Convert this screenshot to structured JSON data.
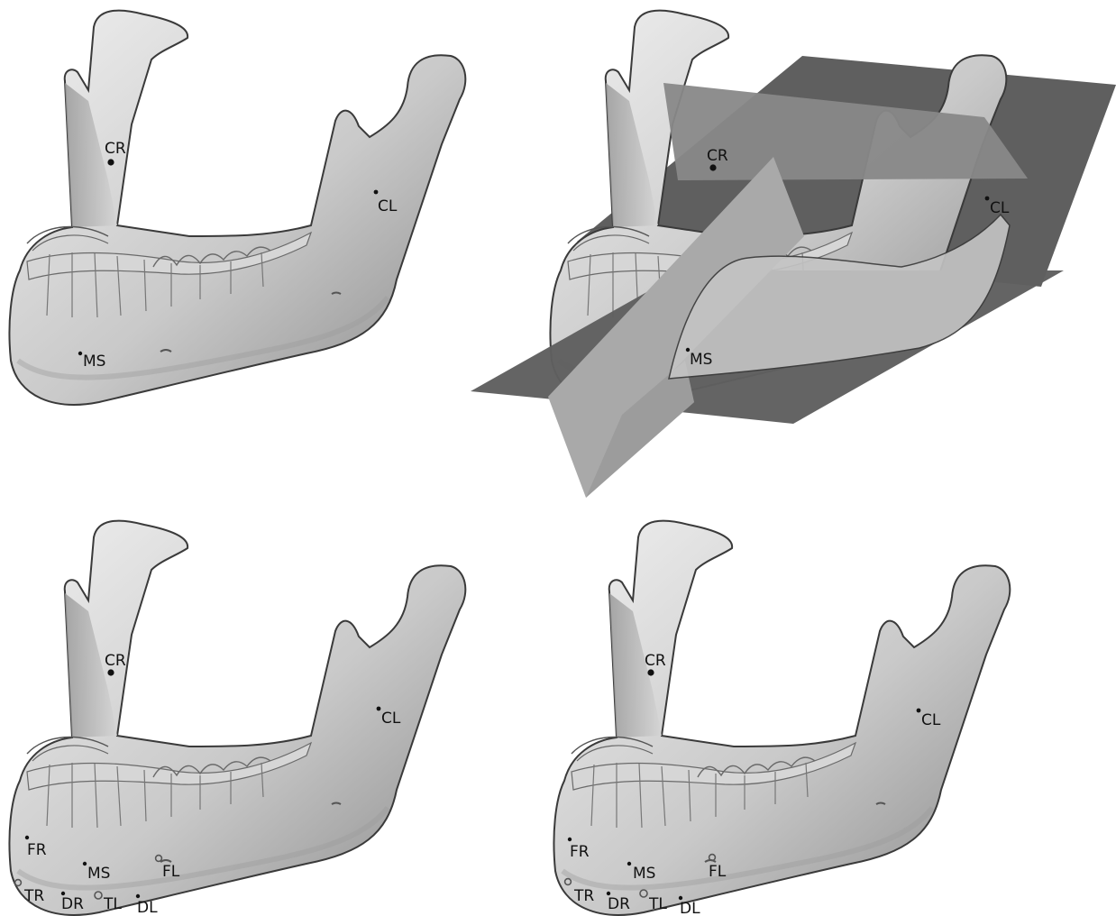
{
  "panels": [
    {
      "id": "top-left",
      "landmarks": [
        {
          "label": "CR",
          "style": "dot"
        },
        {
          "label": "CL",
          "style": "dot"
        },
        {
          "label": "MS",
          "style": "dot"
        }
      ]
    },
    {
      "id": "top-right",
      "planes": [
        "plane-horizontal",
        "plane-sagittal-upper",
        "plane-frontal"
      ],
      "landmarks": [
        {
          "label": "CR",
          "style": "dot"
        },
        {
          "label": "CL",
          "style": "dot"
        },
        {
          "label": "MS",
          "style": "dot"
        }
      ]
    },
    {
      "id": "bottom-left",
      "landmarks": [
        {
          "label": "CR",
          "style": "dot"
        },
        {
          "label": "CL",
          "style": "dot"
        },
        {
          "label": "FR",
          "style": "dot"
        },
        {
          "label": "MS",
          "style": "dot"
        },
        {
          "label": "FL",
          "style": "ring"
        },
        {
          "label": "TR",
          "style": "ring"
        },
        {
          "label": "DR",
          "style": "dot"
        },
        {
          "label": "TL",
          "style": "ring"
        },
        {
          "label": "DL",
          "style": "dot"
        }
      ]
    },
    {
      "id": "bottom-right",
      "landmarks": [
        {
          "label": "CR",
          "style": "dot"
        },
        {
          "label": "CL",
          "style": "dot"
        },
        {
          "label": "FR",
          "style": "dot"
        },
        {
          "label": "MS",
          "style": "dot"
        },
        {
          "label": "FL",
          "style": "ring"
        },
        {
          "label": "TR",
          "style": "ring"
        },
        {
          "label": "DR",
          "style": "dot"
        },
        {
          "label": "TL",
          "style": "ring"
        },
        {
          "label": "DL",
          "style": "dot"
        }
      ]
    }
  ],
  "colors": {
    "bone_light": "#e6e6e6",
    "bone_mid": "#b9b9b9",
    "bone_dark": "#7d7d7d",
    "outline": "#3a3a3a",
    "plane_dark": "#5f5f5f",
    "plane_mid": "#888888",
    "plane_light": "#a9a9a9",
    "landmark": "#111111"
  }
}
